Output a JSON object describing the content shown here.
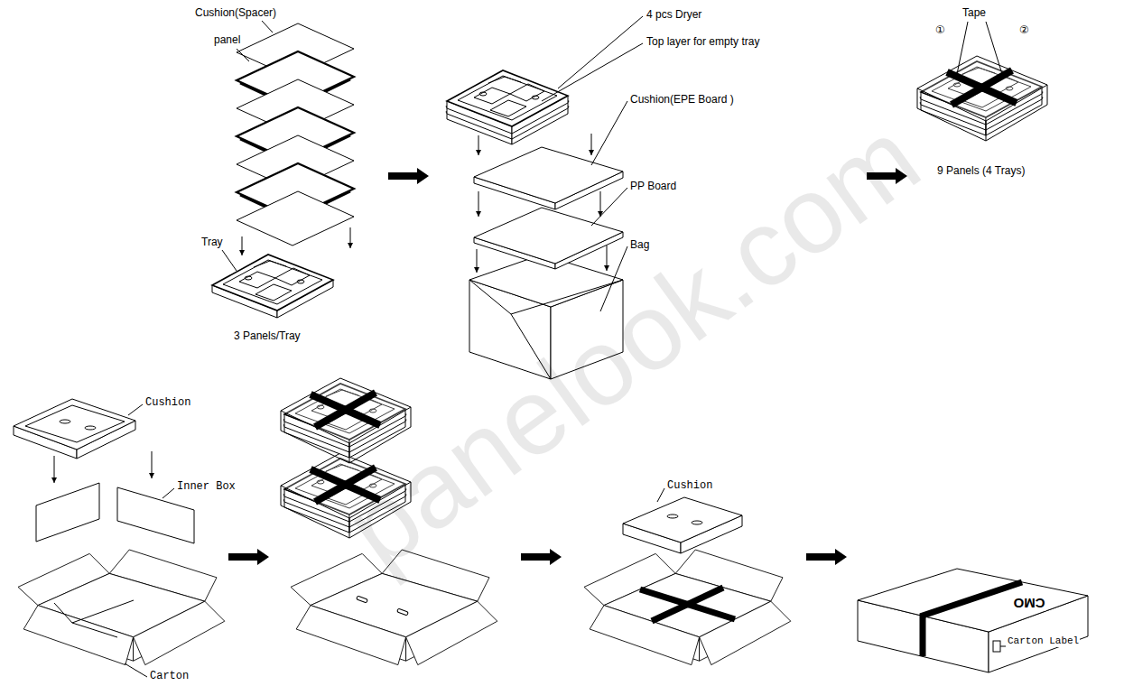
{
  "diagram": {
    "labels": [
      "Cushion(Spacer)",
      "panel",
      "Tray",
      "3 Panels/Tray",
      "4 pcs Dryer",
      "Top layer for empty tray",
      "Cushion(EPE Board )",
      "PP Board",
      "Bag",
      "Tape",
      "①",
      "②",
      "9 Panels (4 Trays)",
      "Cushion",
      "Inner Box",
      "Carton",
      "Cushion",
      "CMO",
      "Carton Label",
      "panelook.com"
    ]
  }
}
